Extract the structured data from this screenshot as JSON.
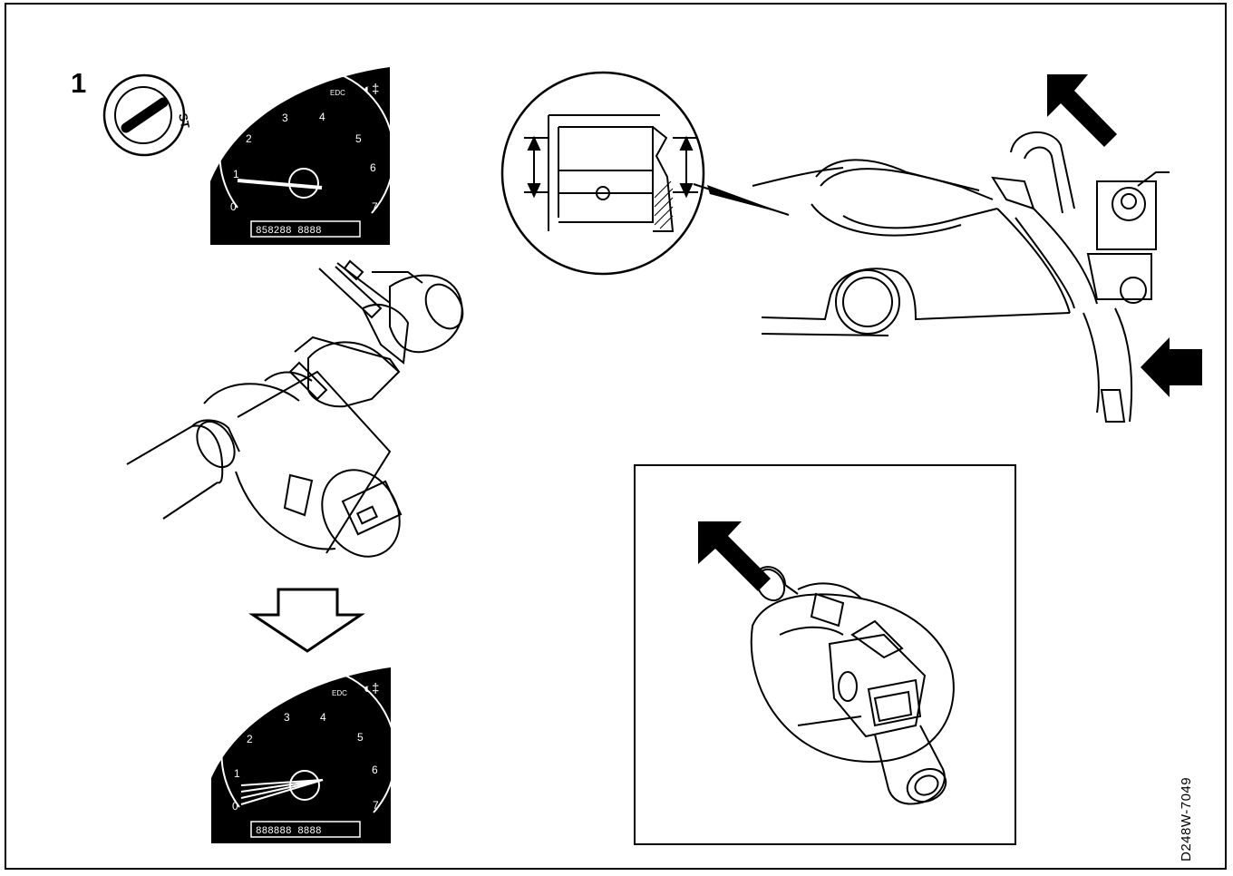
{
  "figure": {
    "step_number": "1",
    "reference_code": "D248W-7049",
    "ignition_label": "ST",
    "tachometer_ticks": [
      "0",
      "1",
      "2",
      "3",
      "4",
      "5",
      "6",
      "7"
    ]
  },
  "colors": {
    "ink": "#000000",
    "paper": "#ffffff"
  },
  "icons": [
    "ignition-switch-icon",
    "tachometer-icon",
    "pliers-icon",
    "hollow-down-arrow-icon",
    "solid-arrow-icon",
    "valve-connector-icon"
  ]
}
